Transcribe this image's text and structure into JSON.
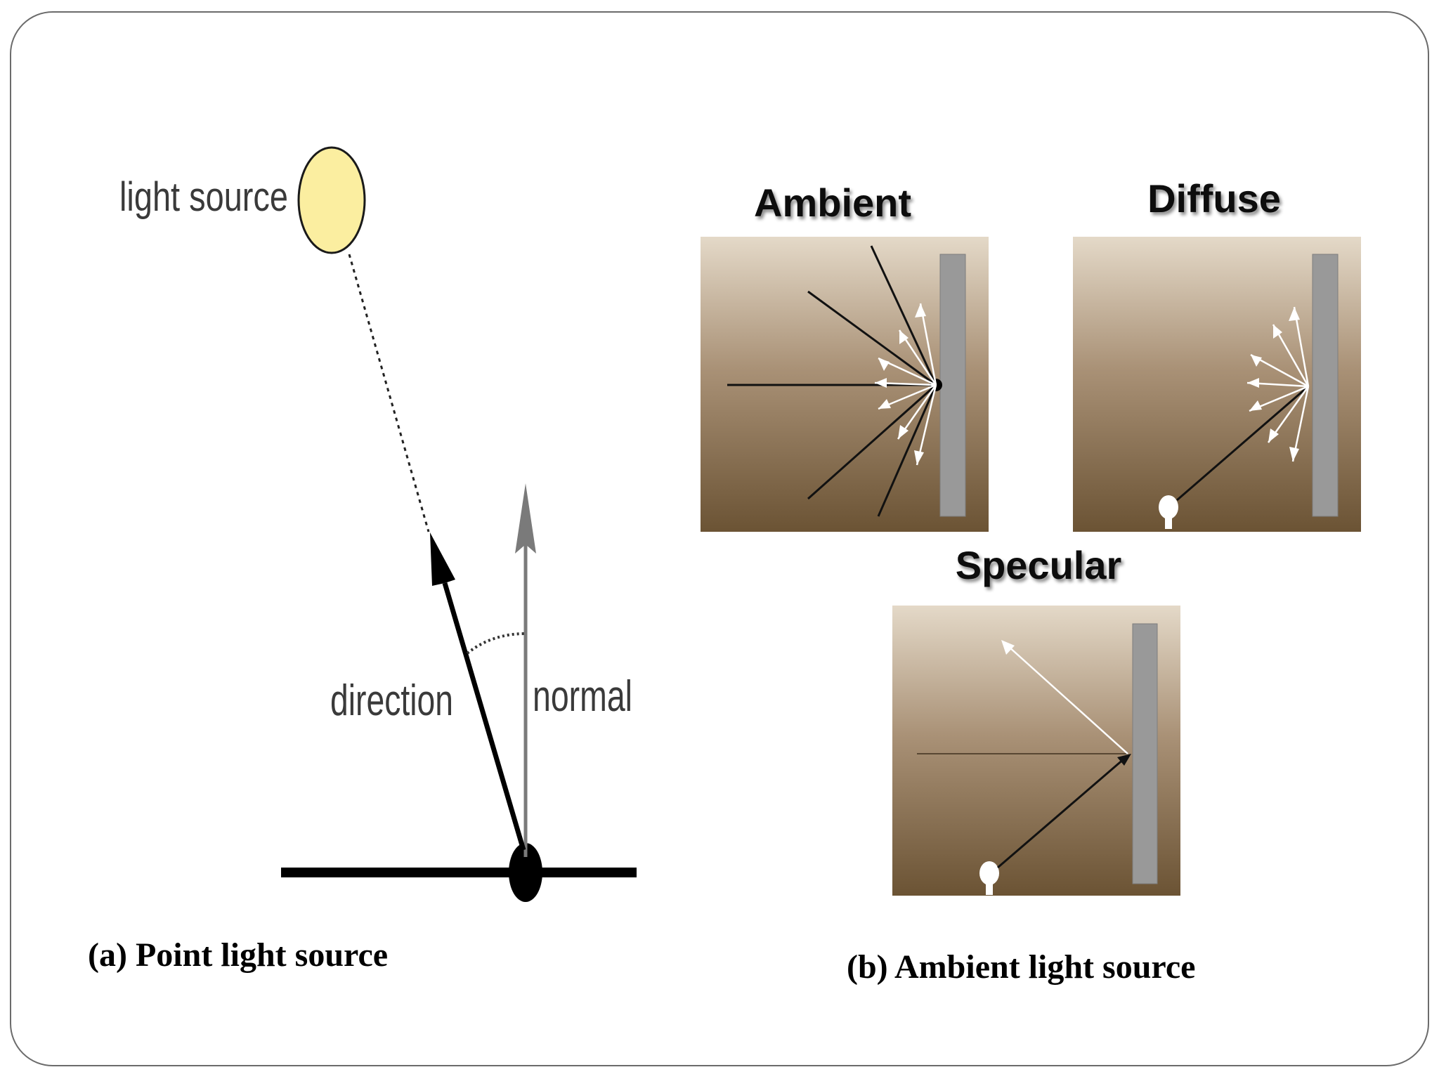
{
  "point_light": {
    "light_source_label": "light source",
    "direction_label": "direction",
    "normal_label": "normal",
    "caption": "(a) Point light source"
  },
  "ambient_light": {
    "panels": [
      {
        "title": "Ambient"
      },
      {
        "title": "Diffuse"
      },
      {
        "title": "Specular"
      }
    ],
    "caption": "(b) Ambient light source"
  },
  "colors": {
    "frame": "#6b6b6b",
    "sun_fill": "#fbeea0",
    "panel_top": "#e4d9c8",
    "panel_bottom": "#6b5334",
    "wall": "#999999",
    "normal_arrow": "#7a7a7a"
  }
}
